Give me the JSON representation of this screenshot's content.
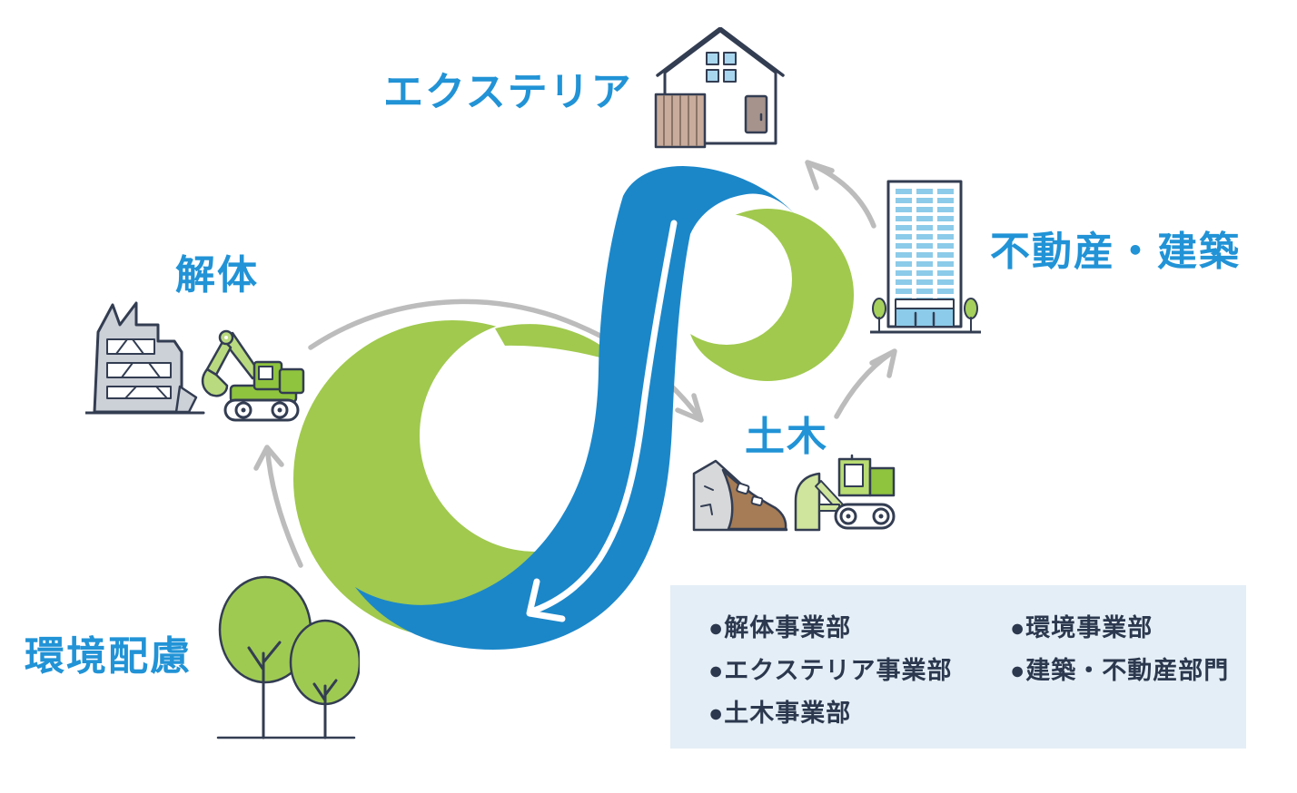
{
  "title": "事業循環図",
  "theme": {
    "ribbonblue": "#1b87c9",
    "loopgreen": "#a0c94e",
    "labelblue": "#2193d6",
    "arrowgray": "#bcbcbc",
    "boxbg": "#e4eef6",
    "boxtext": "#2b384e",
    "navy": "#333d52",
    "icon_lightgreen": "#bada7f",
    "icon_brightgreen": "#8fc43e",
    "icon_paleblue": "#8ccbe9",
    "icon_windowblue": "#a9d6ef",
    "icon_tan": "#c9ac9c",
    "icon_brown": "#a57c55",
    "icon_gray": "#ccd0d7"
  },
  "cycle": {
    "nodes": [
      {
        "id": "exterior",
        "label": "エクステリア"
      },
      {
        "id": "real_estate",
        "label": "不動産・建築"
      },
      {
        "id": "civil",
        "label": "土木"
      },
      {
        "id": "demolition",
        "label": "解体"
      },
      {
        "id": "environment",
        "label": "環境配慮"
      }
    ]
  },
  "icons": {
    "exterior": "house-icon",
    "real_estate": "office-building-icon",
    "civil": [
      "landslide-icon",
      "bulldozer-icon"
    ],
    "demolition": [
      "demolished-building-icon",
      "excavator-icon"
    ],
    "environment": "trees-icon",
    "center": [
      "green-crescent-left",
      "green-crescent-right",
      "blue-ribbon",
      "white-flow-arrow",
      "cycle-arrows"
    ]
  },
  "divisions_box": {
    "left": [
      "●解体事業部",
      "●エクステリア事業部",
      "●土木事業部"
    ],
    "right": [
      "●環境事業部",
      "●建築・不動産部門"
    ]
  }
}
